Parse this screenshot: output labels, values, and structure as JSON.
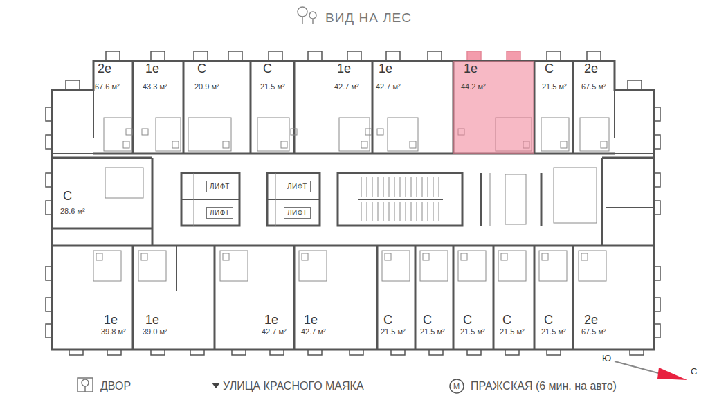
{
  "diagram": {
    "title": "ВИД НА ЛЕС",
    "nodes": [
      {
        "text": [
          "2е",
          "67.6 м²"
        ]
      },
      {
        "text": [
          "1е",
          "43.3 м²"
        ]
      },
      {
        "text": [
          "С",
          "20.9 м²"
        ]
      },
      {
        "text": [
          "С",
          "21.5 м²"
        ]
      },
      {
        "text": [
          "1е",
          "42.7 м²"
        ]
      },
      {
        "text": [
          "1е",
          "42.7 м²"
        ]
      },
      {
        "text": [
          "1е",
          "44.2 м²"
        ]
      },
      {
        "text": [
          "С",
          "21.5 м²"
        ]
      },
      {
        "text": [
          "2е",
          "67.5 м²"
        ]
      },
      {
        "text": [
          "С",
          "28.6 м²"
        ]
      },
      {
        "text": [
          "ЛИФТ"
        ]
      },
      {
        "text": [
          "ЛИФТ"
        ]
      },
      {
        "text": [
          "ЛИФТ"
        ]
      },
      {
        "text": [
          "ЛИФТ"
        ]
      },
      {
        "text": [
          "1е",
          "39.8 м²"
        ]
      },
      {
        "text": [
          "1е",
          "39.0 м²"
        ]
      },
      {
        "text": [
          "1е",
          "42.7 м²"
        ]
      },
      {
        "text": [
          "1е",
          "42.7 м²"
        ]
      },
      {
        "text": [
          "С",
          "21.5 м²"
        ]
      },
      {
        "text": [
          "С",
          "21.5 м²"
        ]
      },
      {
        "text": [
          "С",
          "21.5 м²"
        ]
      },
      {
        "text": [
          "С",
          "21.5 м²"
        ]
      },
      {
        "text": [
          "С",
          "21.5 м²"
        ]
      },
      {
        "text": [
          "2е",
          "67.5 м²"
        ]
      }
    ],
    "labels": [
      "ДВОР",
      "УЛИЦА КРАСНОГО МАЯКА",
      "М",
      "ПРАЖСКАЯ (6 мин. на авто)",
      "Ю",
      "С"
    ]
  }
}
